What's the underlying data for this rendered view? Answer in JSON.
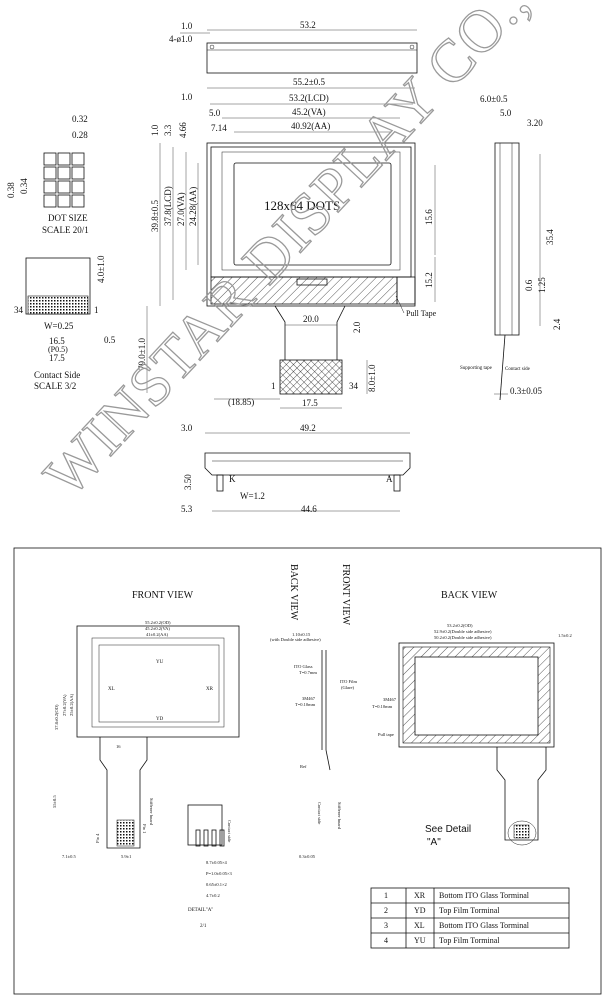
{
  "top": {
    "top_strip": {
      "w": "53.2",
      "left": "1.0",
      "hole": "4-ø1.0"
    },
    "outline": "55.2±0.5",
    "lcd_w": "53.2(LCD)",
    "va_w": "45.2(VA)",
    "aa_w": "40.92(AA)",
    "left_1": "1.0",
    "left_5": "5.0",
    "left_714": "7.14",
    "left_33": "3.3",
    "left_466": "4.66",
    "dots_label": "128x64 DOTS",
    "h_outline": "39.8±0.5",
    "h_lcd": "37.8(LCD)",
    "h_va": "27.0(VA)",
    "h_aa": "24.28(AA)",
    "r_156": "15.6",
    "r_152": "15.2",
    "pull_tape": "Pull Tape",
    "fpc_w": "20.0",
    "fpc_gap": "2.0",
    "fpc_total": "79.0±1.0",
    "pin1": "1",
    "pin34": "34",
    "stiff_h": "8.0±1.0",
    "x_1885": "(18.85)",
    "x_175": "17.5",
    "dot": {
      "w": "0.32",
      "w2": "0.28",
      "h": "0.38",
      "h2": "0.34",
      "label": "DOT SIZE",
      "scale": "SCALE 20/1"
    },
    "contact": {
      "h": "4.0±1.0",
      "pin34": "34",
      "pin1": "1",
      "w": "W=0.25",
      "p": "16.5",
      "p2": "(P0.5)",
      "tot": "17.5",
      "edge": "0.5",
      "label": "Contact Side",
      "scale": "SCALE 3/2"
    },
    "side": {
      "t": "6.0±0.5",
      "t2": "5.0",
      "t3": "3.20",
      "h": "35.4",
      "h2": "0.6",
      "h3": "1.25",
      "h4": "2.4",
      "tape": "Supporting tape",
      "cside": "Contact side",
      "thk": "0.3±0.05"
    },
    "bottom": {
      "left": "3.0",
      "w": "49.2",
      "h": "3.50",
      "k": "K",
      "a": "A",
      "wdim": "W=1.2",
      "left2": "5.3",
      "w2": "44.6"
    }
  },
  "watermark": "WINSTAR DISPLAY CO.,",
  "panel": {
    "front_title": "FRONT VIEW",
    "back_title": "BACK VIEW",
    "front_view_vertical": "FRONT VIEW",
    "back_view_vertical": "BACK VIEW",
    "front": {
      "d1": "55.2±0.2(OD)",
      "d2": "45.2±0.2(VA)",
      "d3": "41±0.2(AA)",
      "yu": "YU",
      "yd": "YD",
      "xl": "XL",
      "xr": "XR",
      "h1": "37.8±0.2(OD)",
      "h2": "27±0.2(VA)",
      "h3": "25±0.2(AA)",
      "fpc_w": "16",
      "fpc_h": "55±0.5",
      "pin": "Pin 4",
      "pin1": "Pin 1",
      "stiff": "Stiffener board",
      "b1": "7.1±0.5",
      "b2": "5.9±1"
    },
    "side": {
      "t": "1.10±0.15",
      "t2": "(with Double side adhesive)",
      "glass": "ITO Glass",
      "glass_t": "T=0.7mm",
      "film": "ITO Film",
      "film2": "(Glare)",
      "m3": "3M467",
      "m3t": "T=0.10mm",
      "ref": "Ref",
      "contact": "Contact side",
      "stiff": "Stiffener board",
      "thk": "0.3±0.05"
    },
    "back": {
      "d1": "53.2±0.2(OD)",
      "d2": "52.9±0.2(Double side adhesive)",
      "d3": "50.2±0.2(Double side adhesive)",
      "r1": "1.5±0.2",
      "m3": "3M467",
      "m3t": "T=0.10mm",
      "pull": "Pull tape",
      "see": "See Detail",
      "seea": "\"A\""
    },
    "detail": {
      "label": "DETAIL\"A\"",
      "scale": "2/1",
      "contact": "Contact side",
      "d1": "8.7±0.05×4",
      "d2": "P=1.0±0.05×3",
      "d3": "0.65±0.1×2",
      "d4": "4.7±0.2"
    },
    "table": [
      {
        "n": "1",
        "pin": "XR",
        "desc": "Bottom ITO Glass Torminal"
      },
      {
        "n": "2",
        "pin": "YD",
        "desc": "Top Film Torminal"
      },
      {
        "n": "3",
        "pin": "XL",
        "desc": "Bottom ITO Glass Torminal"
      },
      {
        "n": "4",
        "pin": "YU",
        "desc": "Top Film Torminal"
      }
    ]
  }
}
